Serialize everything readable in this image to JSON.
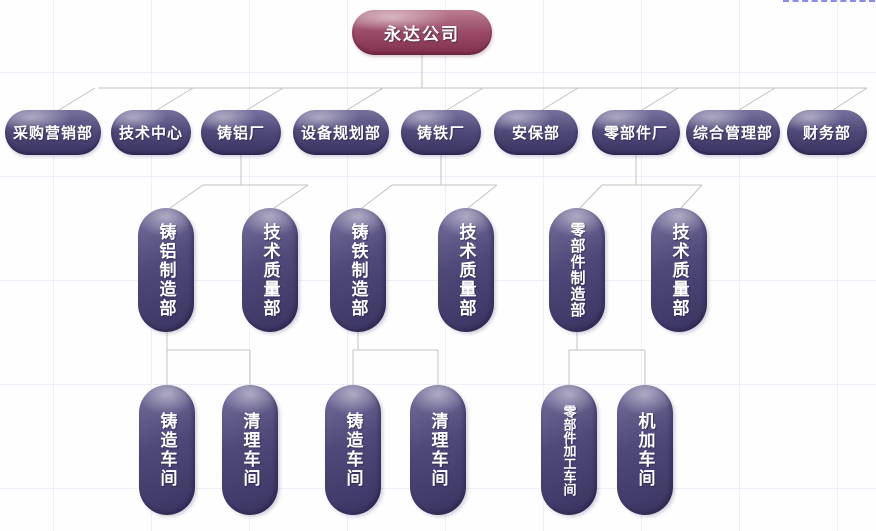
{
  "colors": {
    "root_fill": "#9a4c68",
    "node_fill": "#4f4979",
    "line": "#c2c2c2",
    "dashed_accent": "#8a8af0"
  },
  "org_chart": {
    "root": {
      "label": "永达公司"
    },
    "departments": [
      {
        "label": "采购营销部"
      },
      {
        "label": "技术中心"
      },
      {
        "label": "铸铝厂"
      },
      {
        "label": "设备规划部"
      },
      {
        "label": "铸铁厂"
      },
      {
        "label": "安保部"
      },
      {
        "label": "零部件厂"
      },
      {
        "label": "综合管理部"
      },
      {
        "label": "财务部"
      }
    ],
    "sections": [
      {
        "label": "铸铝制造部"
      },
      {
        "label": "技术质量部"
      },
      {
        "label": "铸铁制造部"
      },
      {
        "label": "技术质量部"
      },
      {
        "label": "零部件制造部"
      },
      {
        "label": "技术质量部"
      }
    ],
    "workshops": [
      {
        "label": "铸造车间"
      },
      {
        "label": "清理车间"
      },
      {
        "label": "铸造车间"
      },
      {
        "label": "清理车间"
      },
      {
        "label": "零部件加工车间"
      },
      {
        "label": "机加车间"
      }
    ]
  }
}
